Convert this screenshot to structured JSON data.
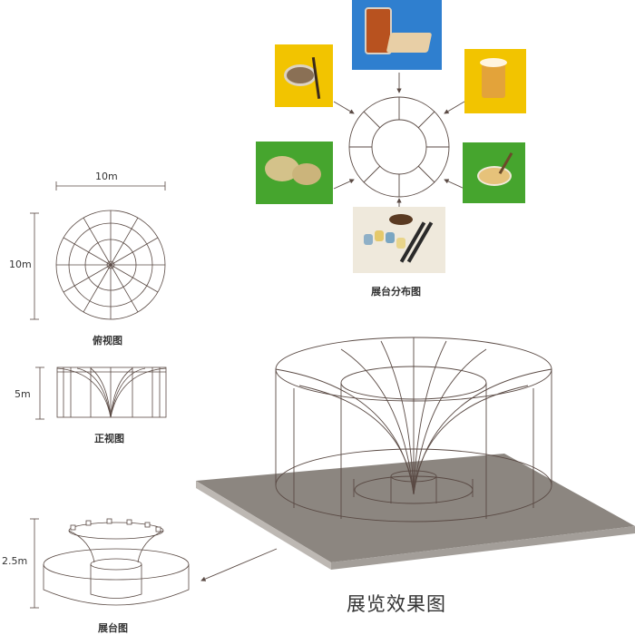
{
  "top_view": {
    "width_label": "10m",
    "height_label": "10m",
    "caption": "俯视图"
  },
  "front_view": {
    "height_label": "5m",
    "caption": "正视图"
  },
  "platform_view": {
    "height_label": "2.5m",
    "caption": "展台图"
  },
  "distribution": {
    "caption": "展台分布图"
  },
  "effect": {
    "caption": "展览效果图"
  },
  "colors": {
    "line": "#5a4a44",
    "floor": "#8c8680",
    "photo_blue": "#2f7fcf",
    "photo_yellow": "#f2c400",
    "photo_green": "#46a52e"
  }
}
